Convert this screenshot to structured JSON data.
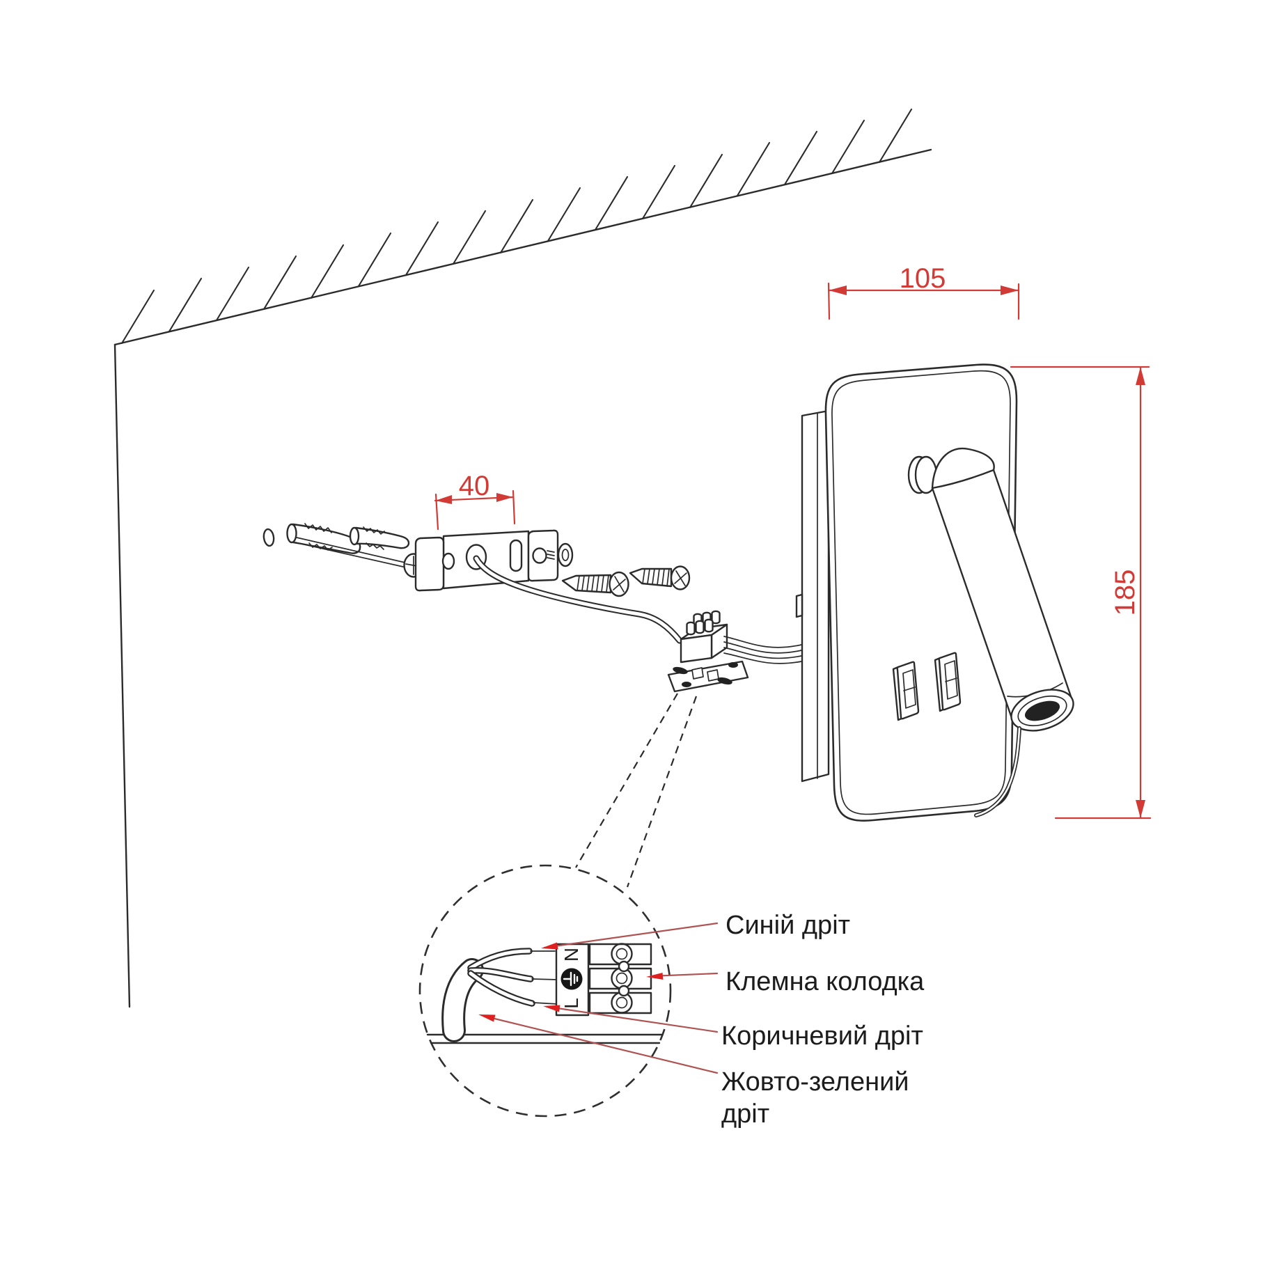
{
  "dimensions": {
    "width": "105",
    "height": "185",
    "hole_spacing": "40"
  },
  "wiring": {
    "blue_wire": "Синій дріт",
    "terminal_block": "Клемна колодка",
    "brown_wire": "Коричневий дріт",
    "yellow_green_wire_line1": "Жовто-зелений",
    "yellow_green_wire_line2": "дріт"
  },
  "terminal": {
    "neutral": "N",
    "line": "L"
  },
  "icons": {
    "earth_symbol": "IEC protective-earth ground symbol"
  },
  "colors": {
    "dimension_red": "#d23b35",
    "leader_red": "#b05252",
    "arrowhead_red": "#de2020",
    "line_color": "#2b2b2b",
    "label_color": "#1c1c1c",
    "background": "#ffffff"
  }
}
